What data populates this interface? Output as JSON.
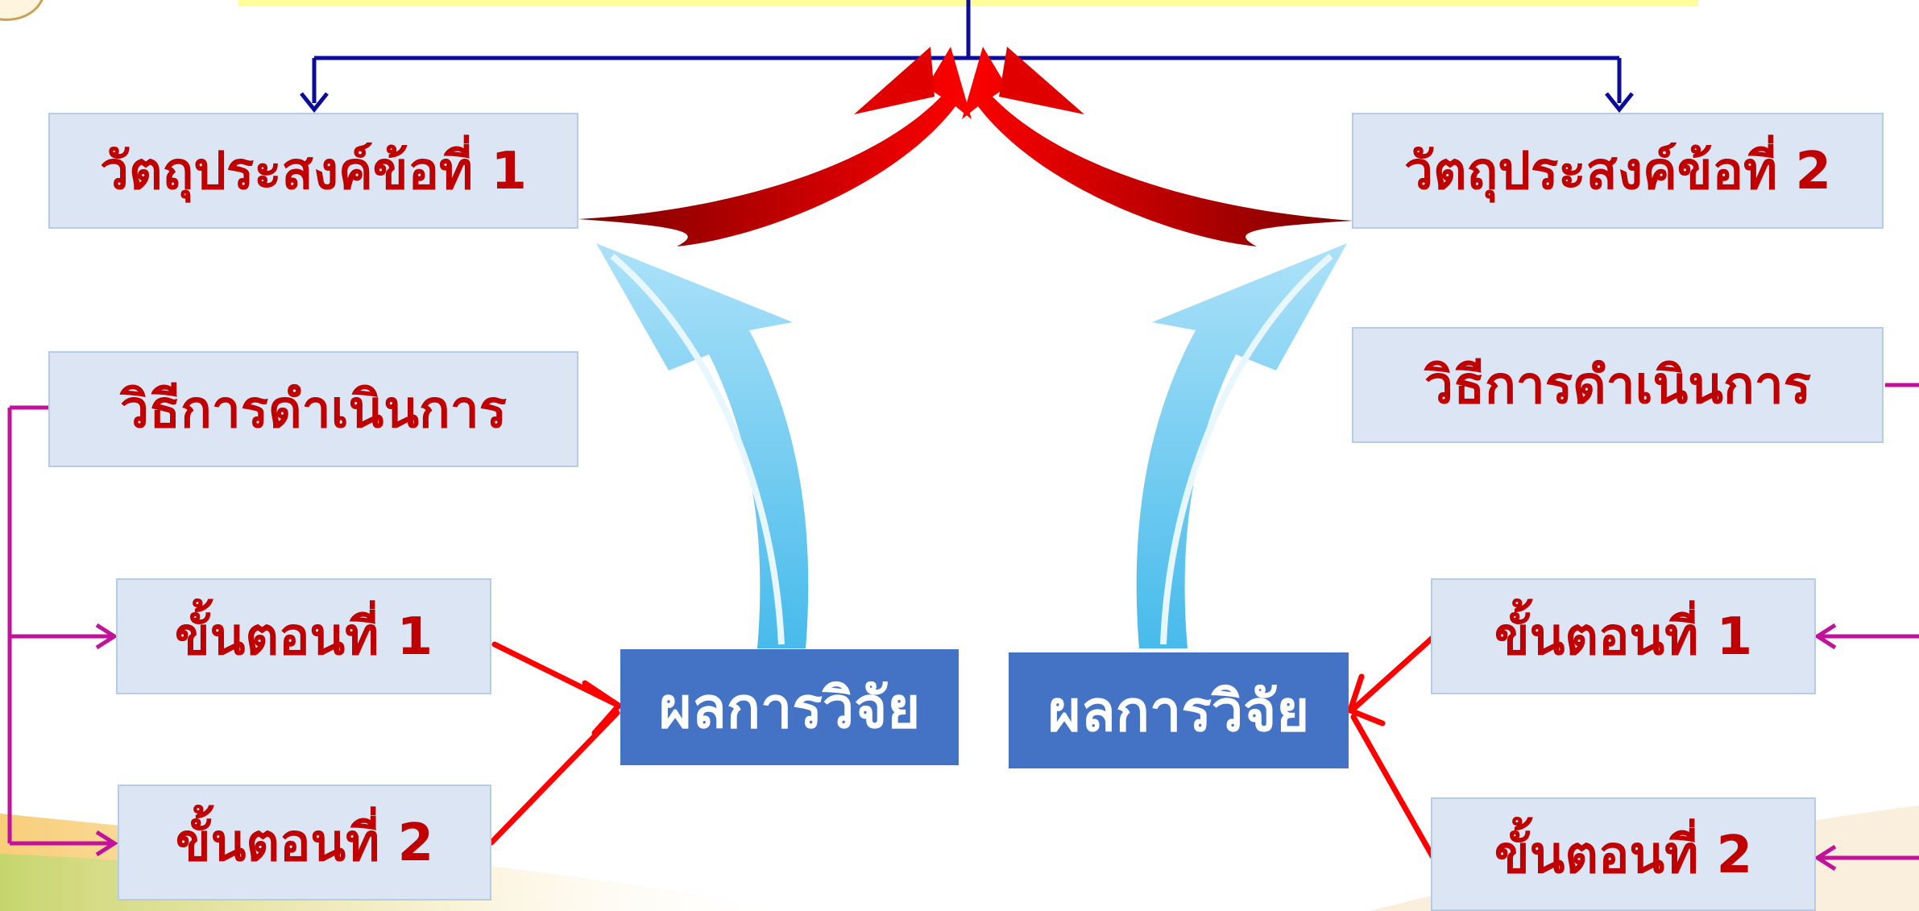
{
  "objectives": [
    {
      "label": "วัตถุประสงค์ข้อที่ 1"
    },
    {
      "label": "วัตถุประสงค์ข้อที่ 2"
    }
  ],
  "methods": [
    {
      "label": "วิธีการดำเนินการ"
    },
    {
      "label": "วิธีการดำเนินการ"
    }
  ],
  "steps_left": [
    {
      "label": "ขั้นตอนที่ 1"
    },
    {
      "label": "ขั้นตอนที่ 2"
    }
  ],
  "steps_right": [
    {
      "label": "ขั้นตอนที่ 1"
    },
    {
      "label": "ขั้นตอนที่ 2"
    }
  ],
  "results": [
    {
      "label": "ผลการวิจัย"
    },
    {
      "label": "ผลการวิจัย"
    }
  ],
  "colors": {
    "box_fill": "#dbe5f3",
    "box_text": "#c00000",
    "result_fill": "#4472c4",
    "result_text": "#ffffff",
    "navy_line": "#0b0b9c",
    "magenta_line": "#c0129a",
    "red_arrow": "#e00000",
    "blue_arrow": "#5cc4ee",
    "top_bar": "#ffff99"
  }
}
